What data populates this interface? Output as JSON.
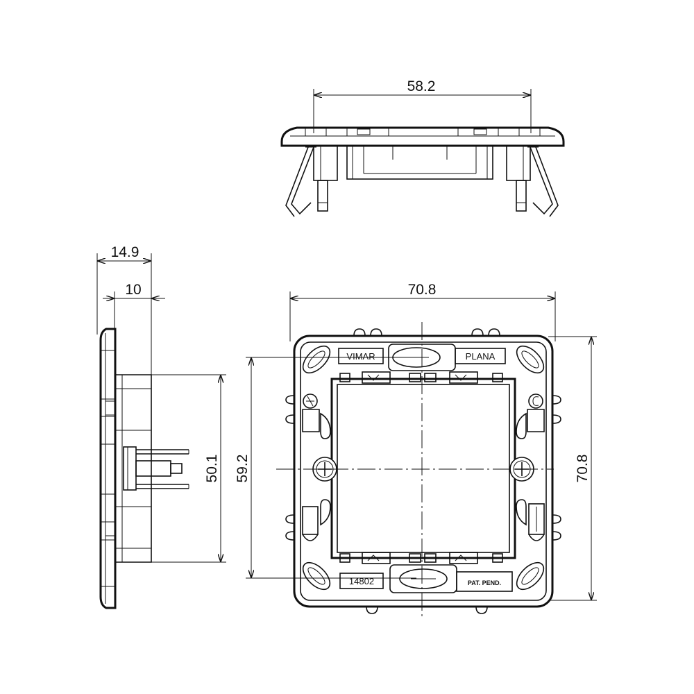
{
  "dimensions": {
    "top_width": "58.2",
    "side_total_depth": "14.9",
    "side_body_depth": "10",
    "front_width": "70.8",
    "side_height": "50.1",
    "front_inner_height": "59.2",
    "front_height": "70.8"
  },
  "markings": {
    "brand": "VIMAR",
    "series": "PLANA",
    "code": "14802",
    "patent": "PAT. PEND."
  }
}
